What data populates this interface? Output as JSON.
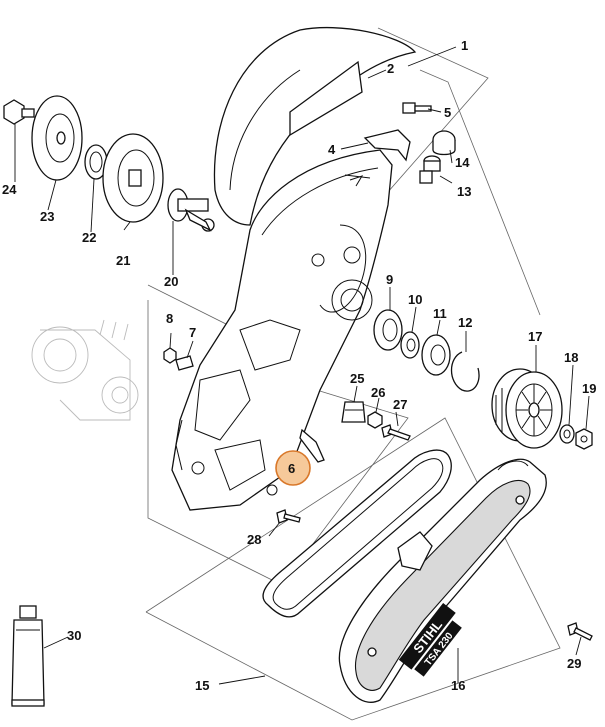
{
  "labels": {
    "p1": "1",
    "p2": "2",
    "p4": "4",
    "p5": "5",
    "p6": "6",
    "p7": "7",
    "p8": "8",
    "p9": "9",
    "p10": "10",
    "p11": "11",
    "p12": "12",
    "p13": "13",
    "p14": "14",
    "p15": "15",
    "p16": "16",
    "p17": "17",
    "p18": "18",
    "p19": "19",
    "p20": "20",
    "p21": "21",
    "p22": "22",
    "p23": "23",
    "p24": "24",
    "p25": "25",
    "p26": "26",
    "p27": "27",
    "p28": "28",
    "p29": "29",
    "p30": "30"
  },
  "branding": {
    "logo": "STIHL",
    "model": "TSA 230"
  },
  "colors": {
    "highlight_fill": "#f6c99a",
    "highlight_stroke": "#d9782a",
    "line": "#111111"
  },
  "highlighted_part": "6"
}
